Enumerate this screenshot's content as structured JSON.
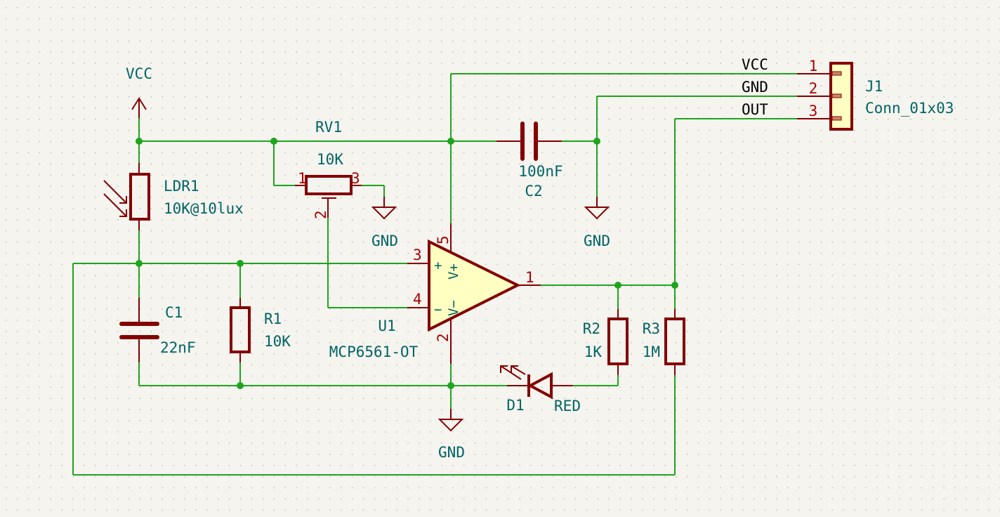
{
  "app": "KiCad Schematic Editor",
  "colors": {
    "background": "#f5f4ef",
    "wire": "#1ea51e",
    "component": "#840000",
    "component_fill": "#ffffc2",
    "reference_text": "#006464",
    "pin_number": "#a90000",
    "net_label": "#000000"
  },
  "power": {
    "vcc": "VCC",
    "gnd": "GND"
  },
  "components": {
    "ldr1": {
      "ref": "LDR1",
      "value": "10K@10lux"
    },
    "rv1": {
      "ref": "RV1",
      "value": "10K",
      "pins": [
        "1",
        "2",
        "3"
      ]
    },
    "c1": {
      "ref": "C1",
      "value": "22nF"
    },
    "c2": {
      "ref": "C2",
      "value": "100nF"
    },
    "r1": {
      "ref": "R1",
      "value": "10K"
    },
    "r2": {
      "ref": "R2",
      "value": "1K"
    },
    "r3": {
      "ref": "R3",
      "value": "1M"
    },
    "d1": {
      "ref": "D1",
      "value": "RED"
    },
    "u1": {
      "ref": "U1",
      "value": "MCP6561-OT",
      "pins": {
        "out": "1",
        "gnd": "2",
        "inp": "3",
        "inn": "4",
        "vdd": "5"
      },
      "sym_plus": "+",
      "sym_minus": "−",
      "sym_vplus": "V+",
      "sym_vminus": "V−"
    },
    "j1": {
      "ref": "J1",
      "value": "Conn_01x03",
      "pins": [
        "1",
        "2",
        "3"
      ]
    }
  },
  "net_labels": [
    "VCC",
    "GND",
    "OUT"
  ]
}
